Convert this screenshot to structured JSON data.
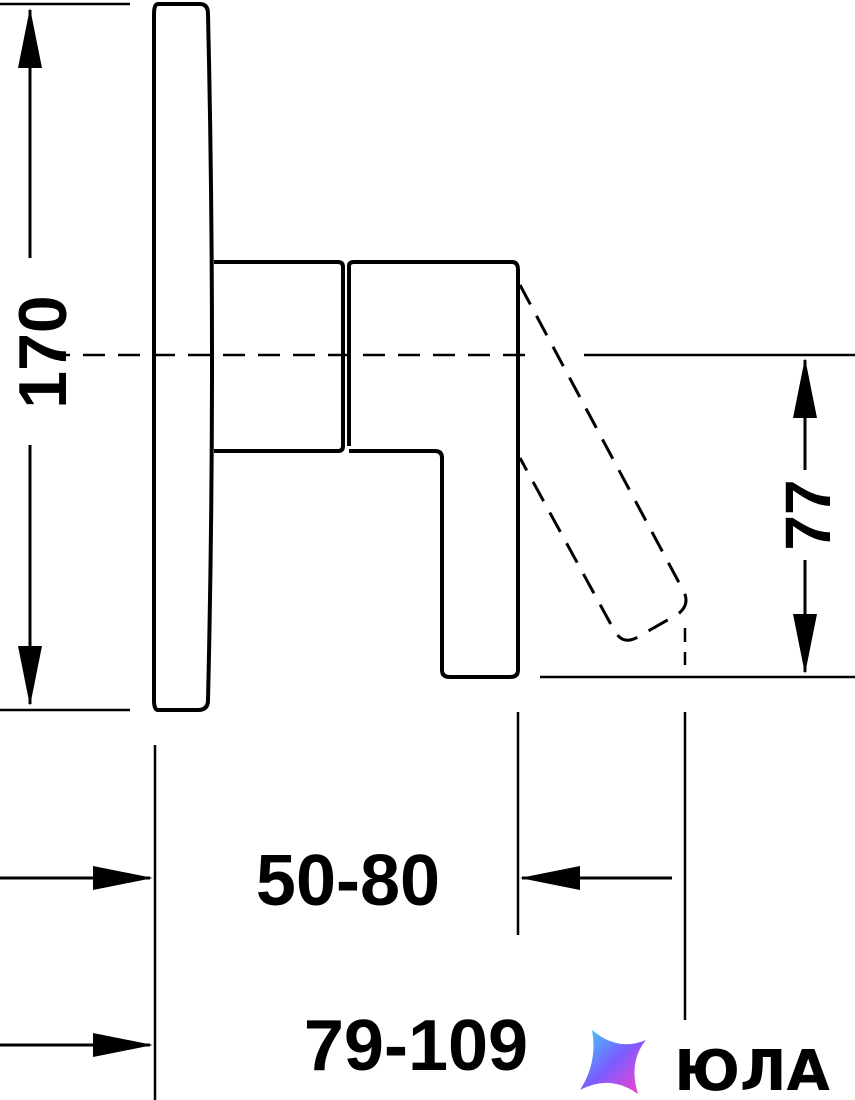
{
  "dimensions": {
    "height_total": "170",
    "lever_height": "77",
    "depth_body": "50-80",
    "depth_total": "79-109"
  },
  "watermark": {
    "brand": "ЮЛА"
  },
  "colors": {
    "line": "#000000",
    "background": "#ffffff"
  }
}
